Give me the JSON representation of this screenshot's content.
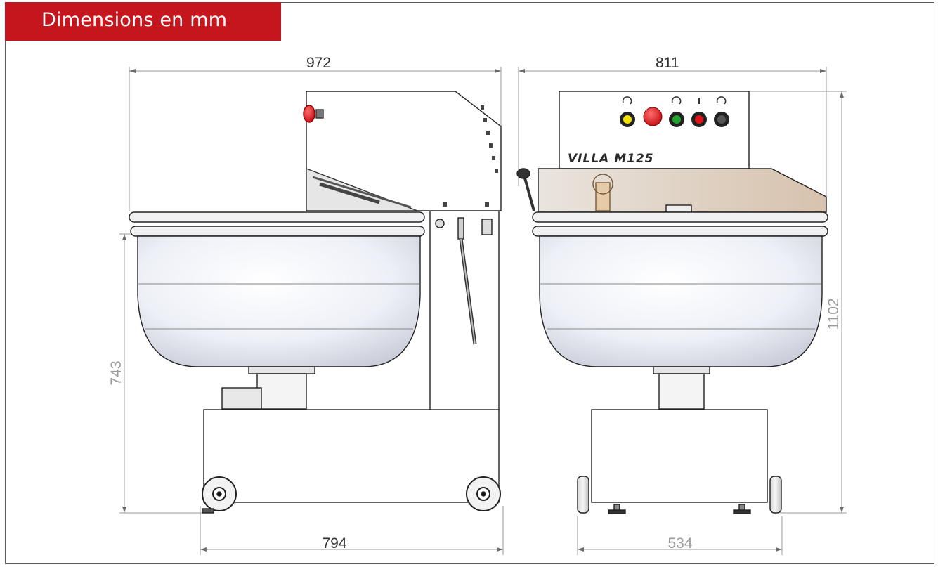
{
  "header": {
    "title": "Dimensions en mm"
  },
  "dimensions": {
    "side_width": "972",
    "front_width": "811",
    "front_height": "1102",
    "bowl_height": "743",
    "side_base_width": "794",
    "front_base_width": "534"
  },
  "machine": {
    "brand_label": "VILLA M125"
  },
  "colors": {
    "header": "#c4161c",
    "button_yellow": "#f2e300",
    "button_red": "#e0141a",
    "button_green": "#22a32e",
    "button_black": "#222222"
  },
  "icons": [
    "emergency-stop-icon",
    "rotate-icon",
    "alert-icon"
  ]
}
